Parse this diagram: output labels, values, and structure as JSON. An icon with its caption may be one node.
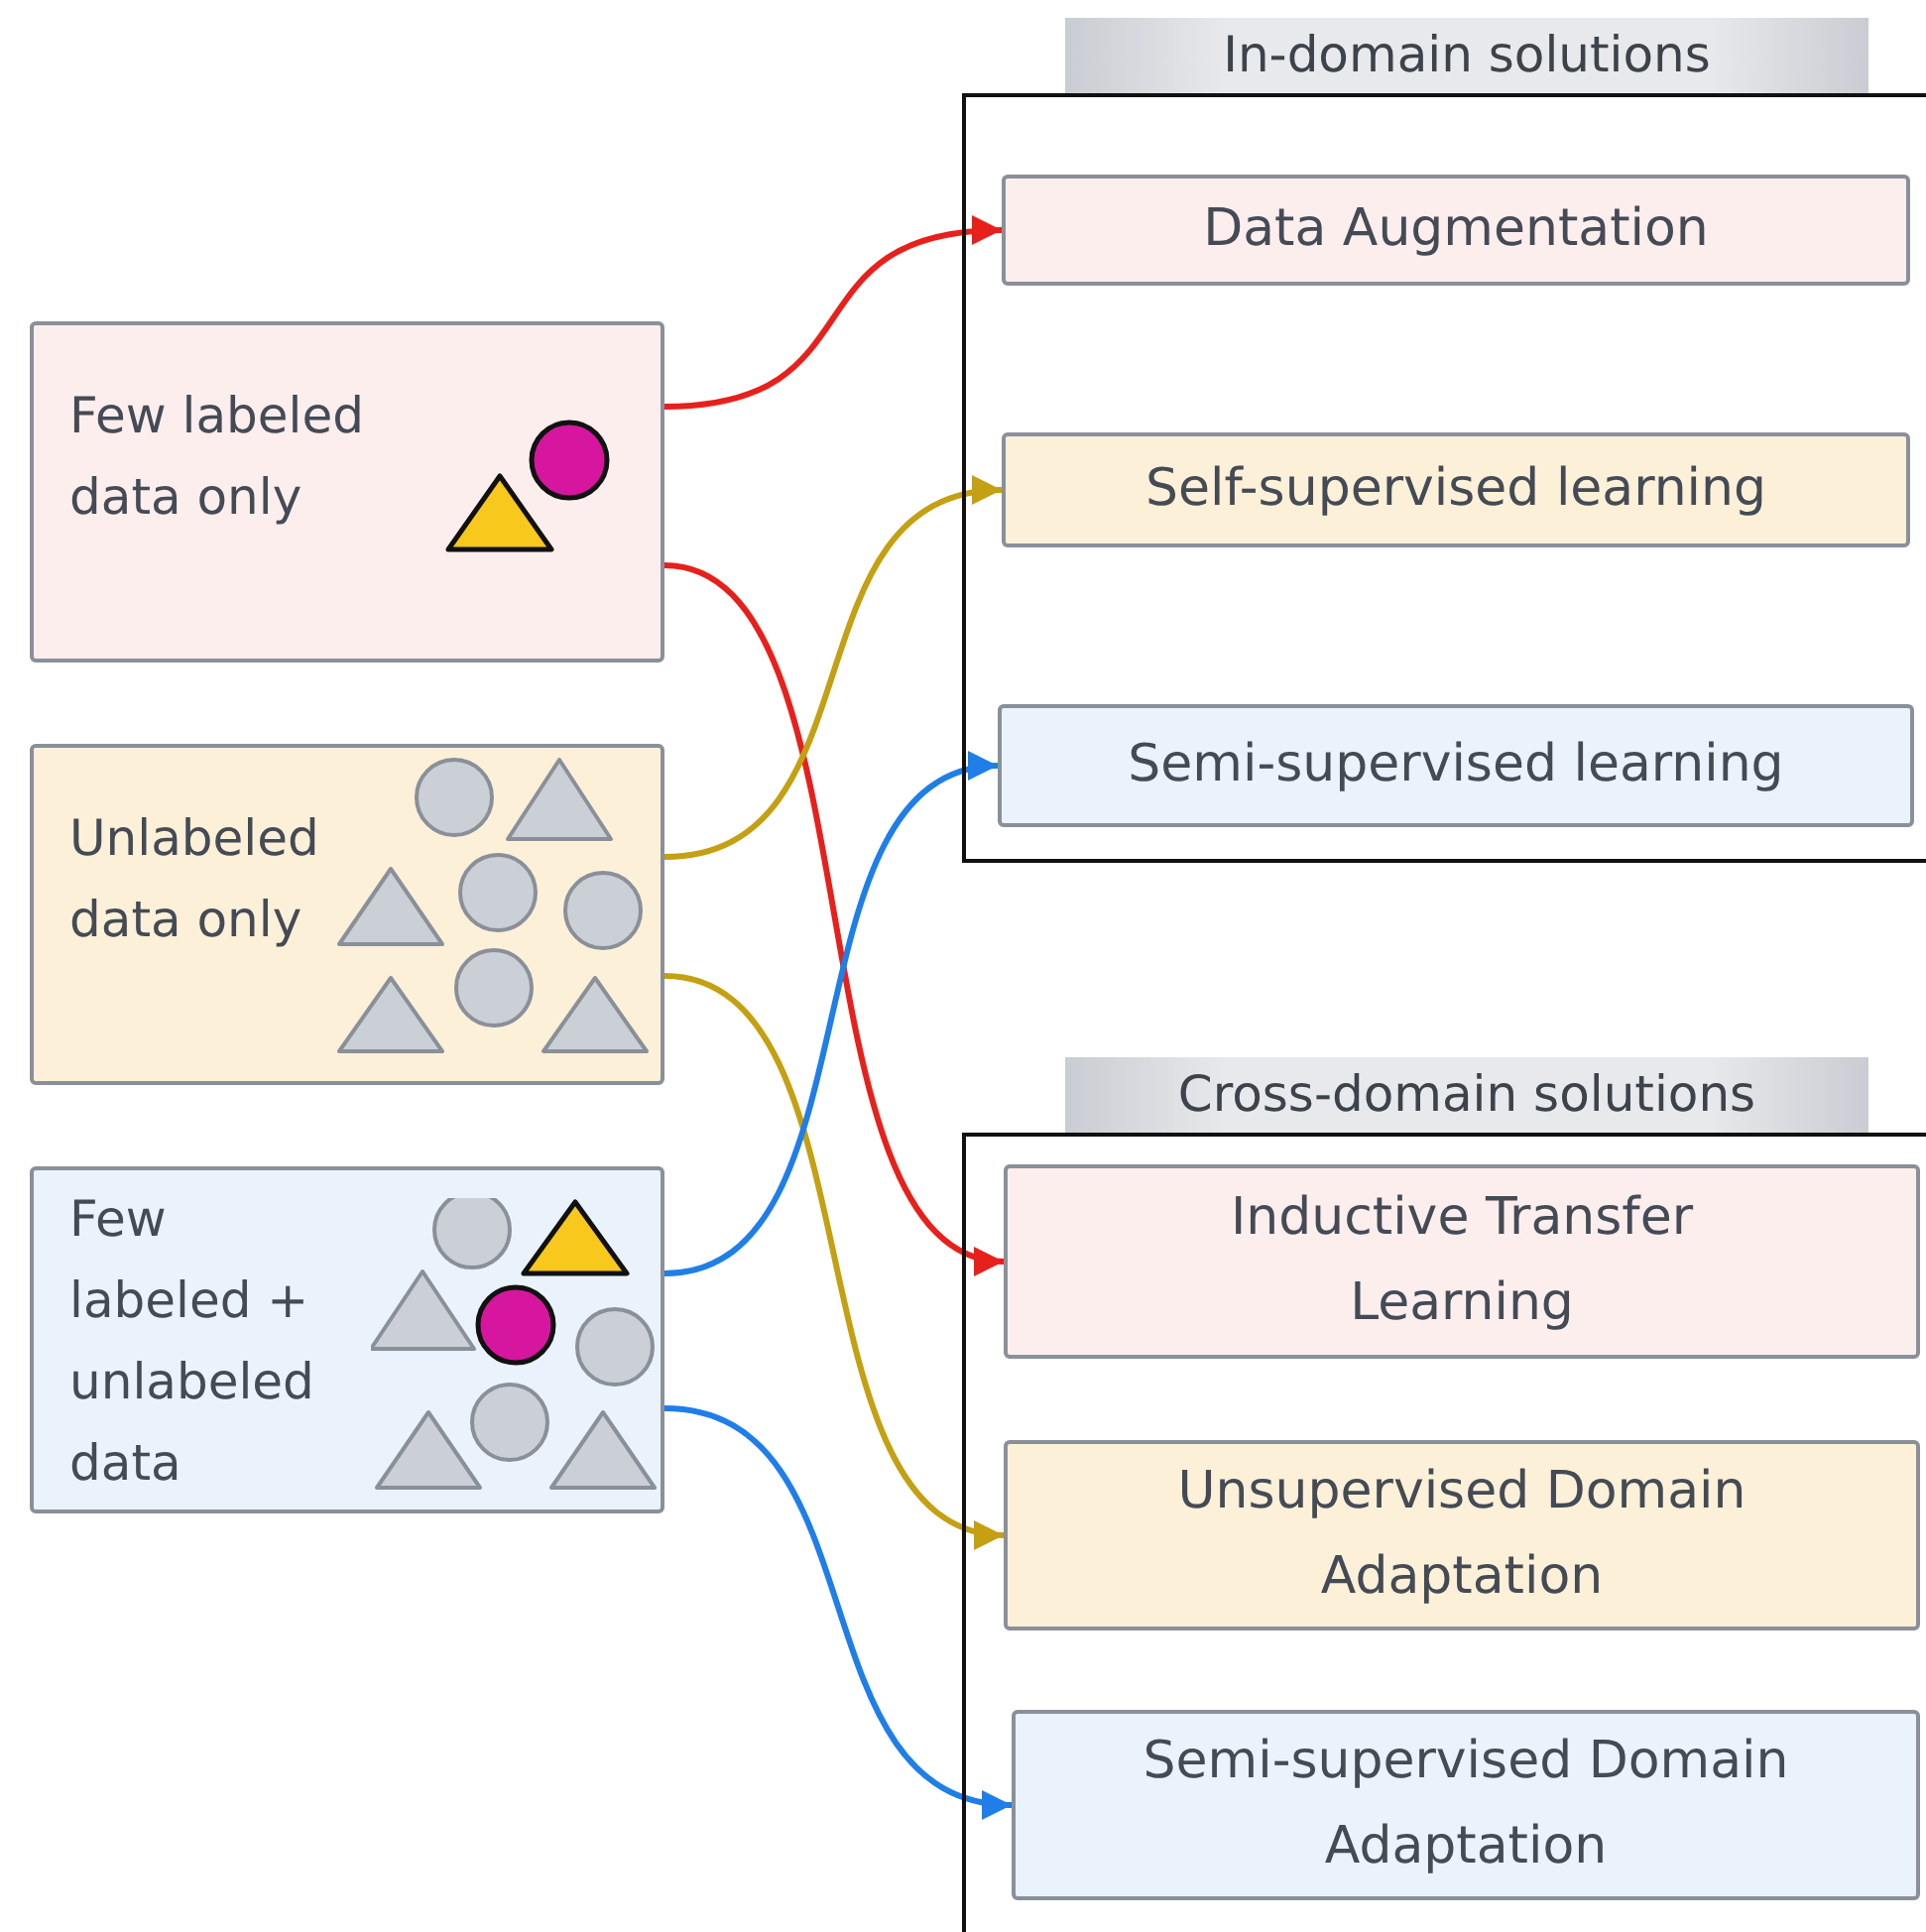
{
  "diagram": {
    "nodes": [
      {
        "text": [
          "Few labeled data only"
        ]
      },
      {
        "text": [
          "Unlabeled data only"
        ]
      },
      {
        "text": [
          "Few labeled + unlabeled data"
        ]
      },
      {
        "text": [
          "In-domain solutions"
        ]
      },
      {
        "text": [
          "Data Augmentation"
        ],
        "in": 3
      },
      {
        "text": [
          "Self-supervised learning"
        ],
        "in": 3
      },
      {
        "text": [
          "Semi-supervised learning"
        ],
        "in": 3
      },
      {
        "text": [
          "Cross-domain solutions"
        ]
      },
      {
        "text": [
          "Inductive Transfer Learning"
        ],
        "in": 7
      },
      {
        "text": [
          "Unsupervised Domain Adaptation"
        ],
        "in": 7
      },
      {
        "text": [
          "Semi-supervised Domain Adaptation"
        ],
        "in": 7
      }
    ],
    "edges": [
      {
        "from": 0,
        "to": 4,
        "arrow": "to",
        "color": "#e8201c"
      },
      {
        "from": 0,
        "to": 8,
        "arrow": "to",
        "color": "#e8201c"
      },
      {
        "from": 1,
        "to": 5,
        "arrow": "to",
        "color": "#c4a012"
      },
      {
        "from": 1,
        "to": 9,
        "arrow": "to",
        "color": "#c4a012"
      },
      {
        "from": 2,
        "to": 6,
        "arrow": "to",
        "color": "#1f7ee8"
      },
      {
        "from": 2,
        "to": 10,
        "arrow": "to",
        "color": "#1f7ee8"
      }
    ]
  }
}
